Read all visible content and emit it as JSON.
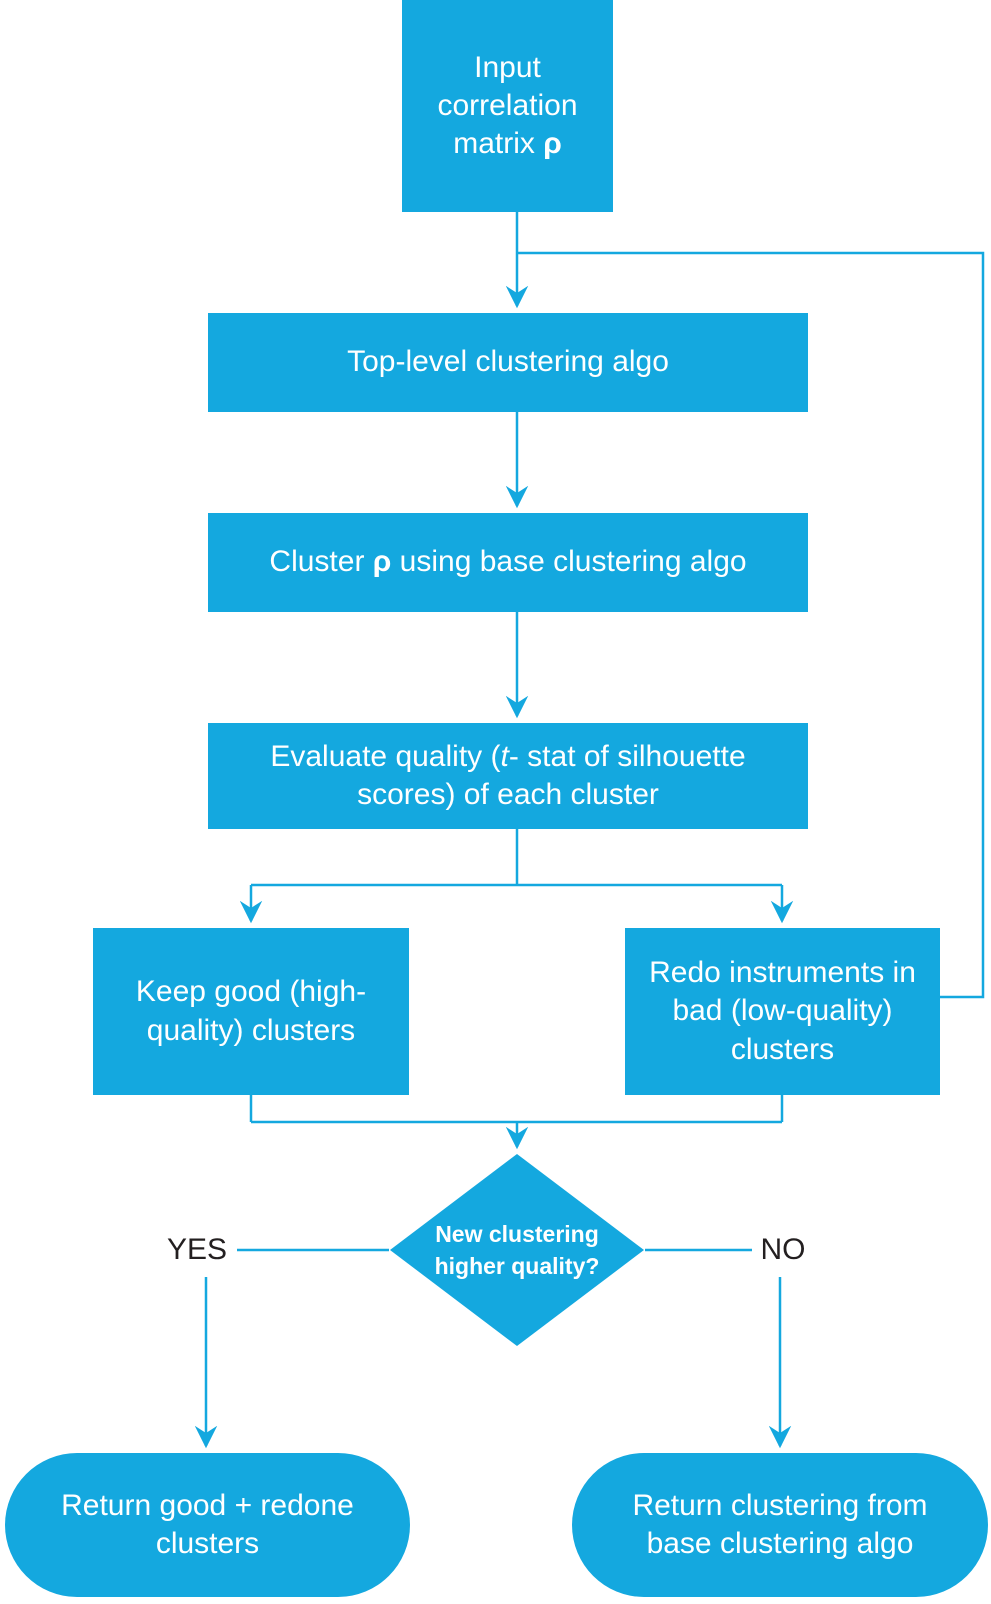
{
  "colors": {
    "node-fill": "#14a8df",
    "node-text": "#ffffff",
    "connector": "#14a8df",
    "label-text": "#231f20",
    "background": "#ffffff"
  },
  "nodes": {
    "input": {
      "lines": [
        "Input",
        "correlation"
      ],
      "last_line_pre": "matrix ",
      "symbol": "ρ"
    },
    "top_level": {
      "label": "Top-level clustering algo"
    },
    "cluster": {
      "pre": "Cluster ",
      "symbol": "ρ",
      "post": " using base clustering algo"
    },
    "evaluate": {
      "line1_pre": "Evaluate quality (",
      "italic": "t",
      "line1_post": "- stat of silhouette",
      "line2": "scores) of each cluster"
    },
    "keep_good": {
      "lines": [
        "Keep good (high-",
        "quality) clusters"
      ]
    },
    "redo": {
      "lines": [
        "Redo instruments in",
        "bad (low-quality)",
        "clusters"
      ]
    },
    "decision": {
      "lines": [
        "New clustering",
        "higher quality?"
      ]
    },
    "return_good": {
      "lines": [
        "Return good + redone",
        "clusters"
      ]
    },
    "return_base": {
      "lines": [
        "Return clustering from",
        "base clustering algo"
      ]
    }
  },
  "labels": {
    "yes": "YES",
    "no": "NO"
  }
}
